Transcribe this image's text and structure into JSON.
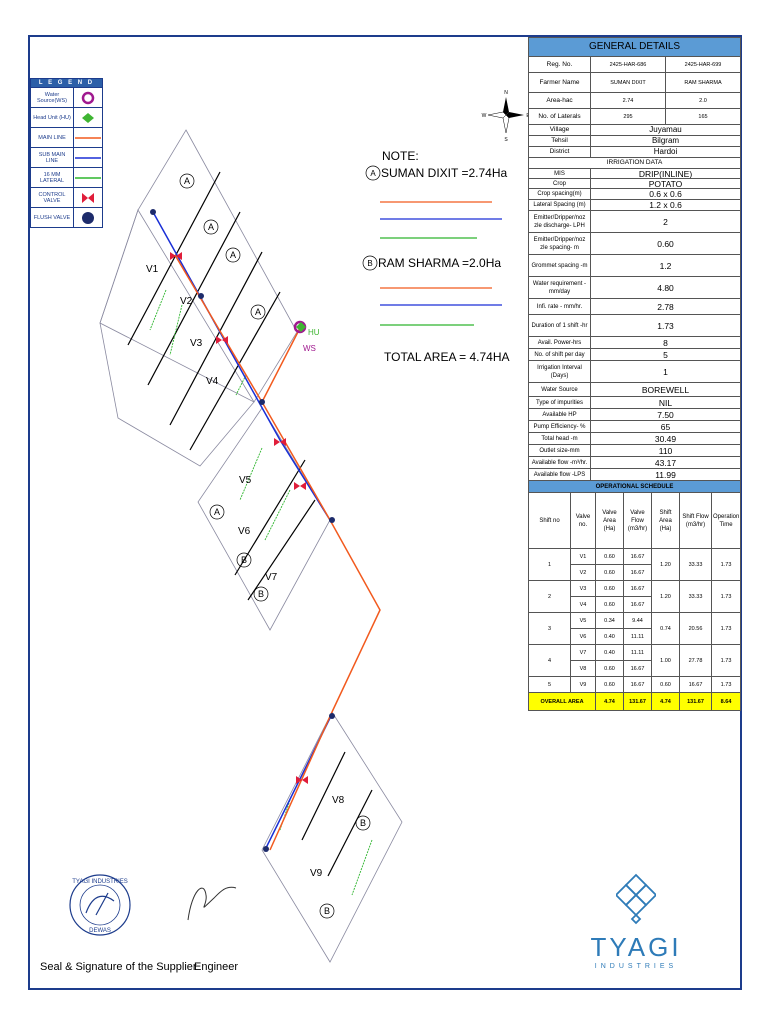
{
  "legend": {
    "title": "L E G E N D",
    "items": [
      {
        "label": "Water Source(WS)",
        "icon": "water-source-icon",
        "color": "#a0198f"
      },
      {
        "label": "Head Unit (HU)",
        "icon": "head-unit-icon",
        "color": "#3fb532"
      },
      {
        "label": "MAIN LINE",
        "icon": "main-line-icon",
        "color": "#f25a1e"
      },
      {
        "label": "SUB MAIN LINE",
        "icon": "sub-main-line-icon",
        "color": "#1a2fd6"
      },
      {
        "label": "16 MM LATERAL",
        "icon": "lateral-line-icon",
        "color": "#2db52d"
      },
      {
        "label": "CONTROL VALVE",
        "icon": "control-valve-icon",
        "color": "#e01d3a"
      },
      {
        "label": "FLUSH VALVE",
        "icon": "flush-valve-icon",
        "color": "#1d2b6b"
      }
    ]
  },
  "note": {
    "title": "NOTE:",
    "farmer_a": {
      "marker": "A",
      "text": "SUMAN DIXIT =2.74Ha"
    },
    "farmer_b": {
      "marker": "B",
      "text": "RAM SHARMA =2.0Ha"
    },
    "total": "TOTAL AREA = 4.74HA"
  },
  "compass": {
    "n": "N",
    "s": "S",
    "e": "E",
    "w": "W"
  },
  "map_labels": {
    "valves": [
      "V1",
      "V2",
      "V3",
      "V4",
      "V5",
      "V6",
      "V7",
      "V8",
      "V9"
    ],
    "hu": "HU",
    "ws": "WS",
    "plot_a": "A",
    "plot_b": "B"
  },
  "general": {
    "title": "GENERAL DETAILS",
    "rows": [
      {
        "label": "Reg. No.",
        "a": "2425-HAR-686",
        "b": "2425-HAR-699"
      },
      {
        "label": "Farmer Name",
        "a": "SUMAN DIXIT",
        "b": "RAM SHARMA"
      },
      {
        "label": "Area-hac",
        "a": "2.74",
        "b": "2.0"
      },
      {
        "label": "No. of Laterals",
        "a": "295",
        "b": "165"
      }
    ],
    "single": [
      {
        "label": "Village",
        "value": "Juyamau"
      },
      {
        "label": "Tehsil",
        "value": "Bilgram"
      },
      {
        "label": "District",
        "value": "Hardoi"
      }
    ],
    "irrigation_title": "IRRIGATION DATA",
    "irrigation": [
      {
        "label": "MIS",
        "value": "DRIP(INLINE)"
      },
      {
        "label": "Crop",
        "value": "POTATO"
      },
      {
        "label": "Crop spacing(m)",
        "value": "0.6 x 0.6"
      },
      {
        "label": "Lateral Spacing (m)",
        "value": "1.2 x 0.6"
      },
      {
        "label": "Emitter/Dripper/noz zle discharge- LPH",
        "value": "2"
      },
      {
        "label": "Emitter/Dripper/noz zle spacing- m",
        "value": "0.60"
      },
      {
        "label": "Grommet spacing -m",
        "value": "1.2"
      },
      {
        "label": "Water requirement -mm/day",
        "value": "4.80"
      },
      {
        "label": "Infi. rate - mm/hr.",
        "value": "2.78"
      },
      {
        "label": "Duration of 1 shift -hr",
        "value": "1.73"
      },
      {
        "label": "Avail. Power-hrs",
        "value": "8"
      },
      {
        "label": "No. of shift per day",
        "value": "5"
      },
      {
        "label": "Irrigation Interval (Days)",
        "value": "1"
      },
      {
        "label": "Water Source",
        "value": "BOREWELL"
      },
      {
        "label": "Type of impurities",
        "value": "NIL"
      },
      {
        "label": "Available HP",
        "value": "7.50"
      },
      {
        "label": "Pump Efficiency- %",
        "value": "65"
      },
      {
        "label": "Total head -m",
        "value": "30.49"
      },
      {
        "label": "Outlet size-mm",
        "value": "110"
      },
      {
        "label": "Available flow -m³/hr.",
        "value": "43.17"
      },
      {
        "label": "Available flow -LPS",
        "value": "11.99"
      }
    ],
    "schedule_title": "OPERATIONAL SCHEDULE",
    "schedule_headers": [
      "Shift no",
      "Valve no.",
      "Valve Area (Ha)",
      "Valve Flow (m3/hr)",
      "Shift Area (Ha)",
      "Shift Flow (m3/hr)",
      "Operation Time"
    ],
    "shifts": [
      {
        "shift": "1",
        "valves": [
          [
            "V1",
            "0.60",
            "16.67"
          ],
          [
            "V2",
            "0.60",
            "16.67"
          ]
        ],
        "area": "1.20",
        "flow": "33.33",
        "time": "1.73"
      },
      {
        "shift": "2",
        "valves": [
          [
            "V3",
            "0.60",
            "16.67"
          ],
          [
            "V4",
            "0.60",
            "16.67"
          ]
        ],
        "area": "1.20",
        "flow": "33.33",
        "time": "1.73"
      },
      {
        "shift": "3",
        "valves": [
          [
            "V5",
            "0.34",
            "9.44"
          ],
          [
            "V6",
            "0.40",
            "11.11"
          ]
        ],
        "area": "0.74",
        "flow": "20.56",
        "time": "1.73"
      },
      {
        "shift": "4",
        "valves": [
          [
            "V7",
            "0.40",
            "11.11"
          ],
          [
            "V8",
            "0.60",
            "16.67"
          ]
        ],
        "area": "1.00",
        "flow": "27.78",
        "time": "1.73"
      },
      {
        "shift": "5",
        "valves": [
          [
            "V9",
            "0.60",
            "16.67"
          ]
        ],
        "area": "0.60",
        "flow": "16.67",
        "time": "1.73"
      }
    ],
    "overall": {
      "label": "OVERALL AREA",
      "va": "4.74",
      "vf": "131.67",
      "sa": "4.74",
      "sf": "131.67",
      "time": "8.64"
    }
  },
  "footer": {
    "seal_label": "Seal & Signature of the Supplier",
    "engineer_label": "Engineer",
    "seal_text": "TYAGI INDUSTRIES",
    "seal_city": "DEWAS"
  },
  "logo": {
    "name": "TYAGI",
    "sub": "INDUSTRIES"
  },
  "colors": {
    "main": "#f25a1e",
    "submain": "#1a2fd6",
    "lateral": "#2db52d",
    "frame": "#1d3c8c",
    "header": "#5b9bd5"
  }
}
